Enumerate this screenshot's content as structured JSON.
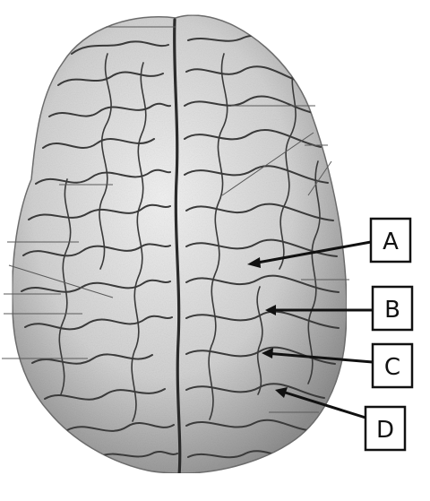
{
  "labels": {
    "a": "A",
    "b": "B",
    "c": "C",
    "d": "D"
  },
  "colors": {
    "background": "#ffffff",
    "brain_fill": "#d9d9d9",
    "brain_shadow": "#9a9a9a",
    "sulcus": "#3a3a3a",
    "leader_line": "#111111",
    "label_box_stroke": "#111111"
  }
}
